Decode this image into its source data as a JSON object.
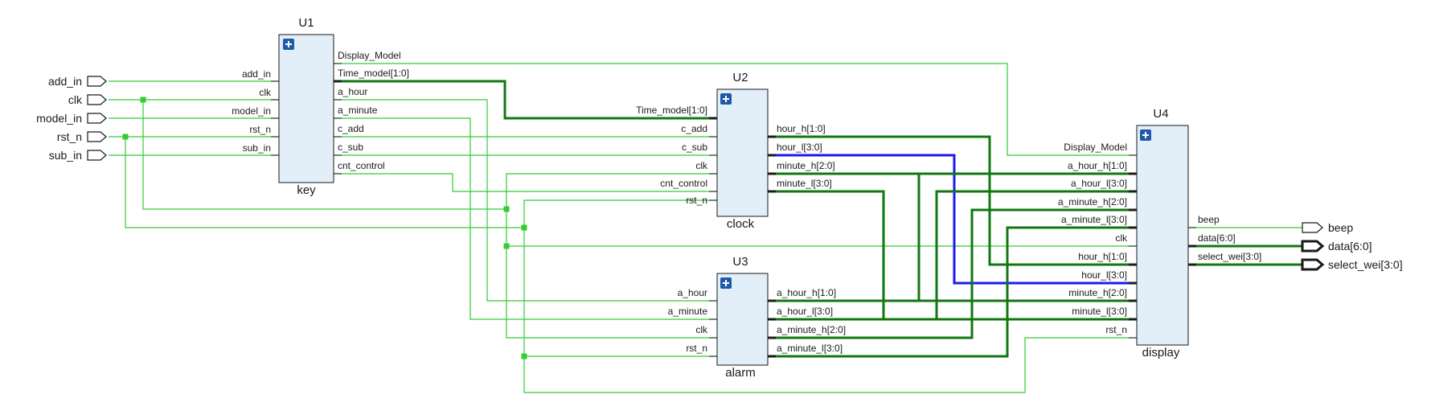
{
  "blocks": {
    "u1": {
      "instance": "U1",
      "module": "key",
      "inputs": [
        "add_in",
        "clk",
        "model_in",
        "rst_n",
        "sub_in"
      ],
      "outputs": [
        "Display_Model",
        "Time_model[1:0]",
        "a_hour",
        "a_minute",
        "c_add",
        "c_sub",
        "cnt_control"
      ]
    },
    "u2": {
      "instance": "U2",
      "module": "clock",
      "inputs": [
        "Time_model[1:0]",
        "c_add",
        "c_sub",
        "clk",
        "cnt_control",
        "rst_n"
      ],
      "outputs": [
        "hour_h[1:0]",
        "hour_l[3:0]",
        "minute_h[2:0]",
        "minute_l[3:0]"
      ]
    },
    "u3": {
      "instance": "U3",
      "module": "alarm",
      "inputs": [
        "a_hour",
        "a_minute",
        "clk",
        "rst_n"
      ],
      "outputs": [
        "a_hour_h[1:0]",
        "a_hour_l[3:0]",
        "a_minute_h[2:0]",
        "a_minute_l[3:0]"
      ]
    },
    "u4": {
      "instance": "U4",
      "module": "display",
      "inputs": [
        "Display_Model",
        "a_hour_h[1:0]",
        "a_hour_l[3:0]",
        "a_minute_h[2:0]",
        "a_minute_l[3:0]",
        "clk",
        "hour_h[1:0]",
        "hour_l[3:0]",
        "minute_h[2:0]",
        "minute_l[3:0]",
        "rst_n"
      ],
      "outputs": [
        "beep",
        "data[6:0]",
        "select_wei[3:0]"
      ]
    }
  },
  "top_inputs": [
    "add_in",
    "clk",
    "model_in",
    "rst_n",
    "sub_in"
  ],
  "top_outputs": [
    "beep",
    "data[6:0]",
    "select_wei[3:0]"
  ],
  "colors": {
    "net": "#33cc33",
    "bus": "#117711",
    "selected_net": "#1a1aee",
    "block_fill": "#e2eef8",
    "block_icon": "#1f5aa8"
  },
  "icons": {
    "block_expand": "plus-square-icon"
  }
}
